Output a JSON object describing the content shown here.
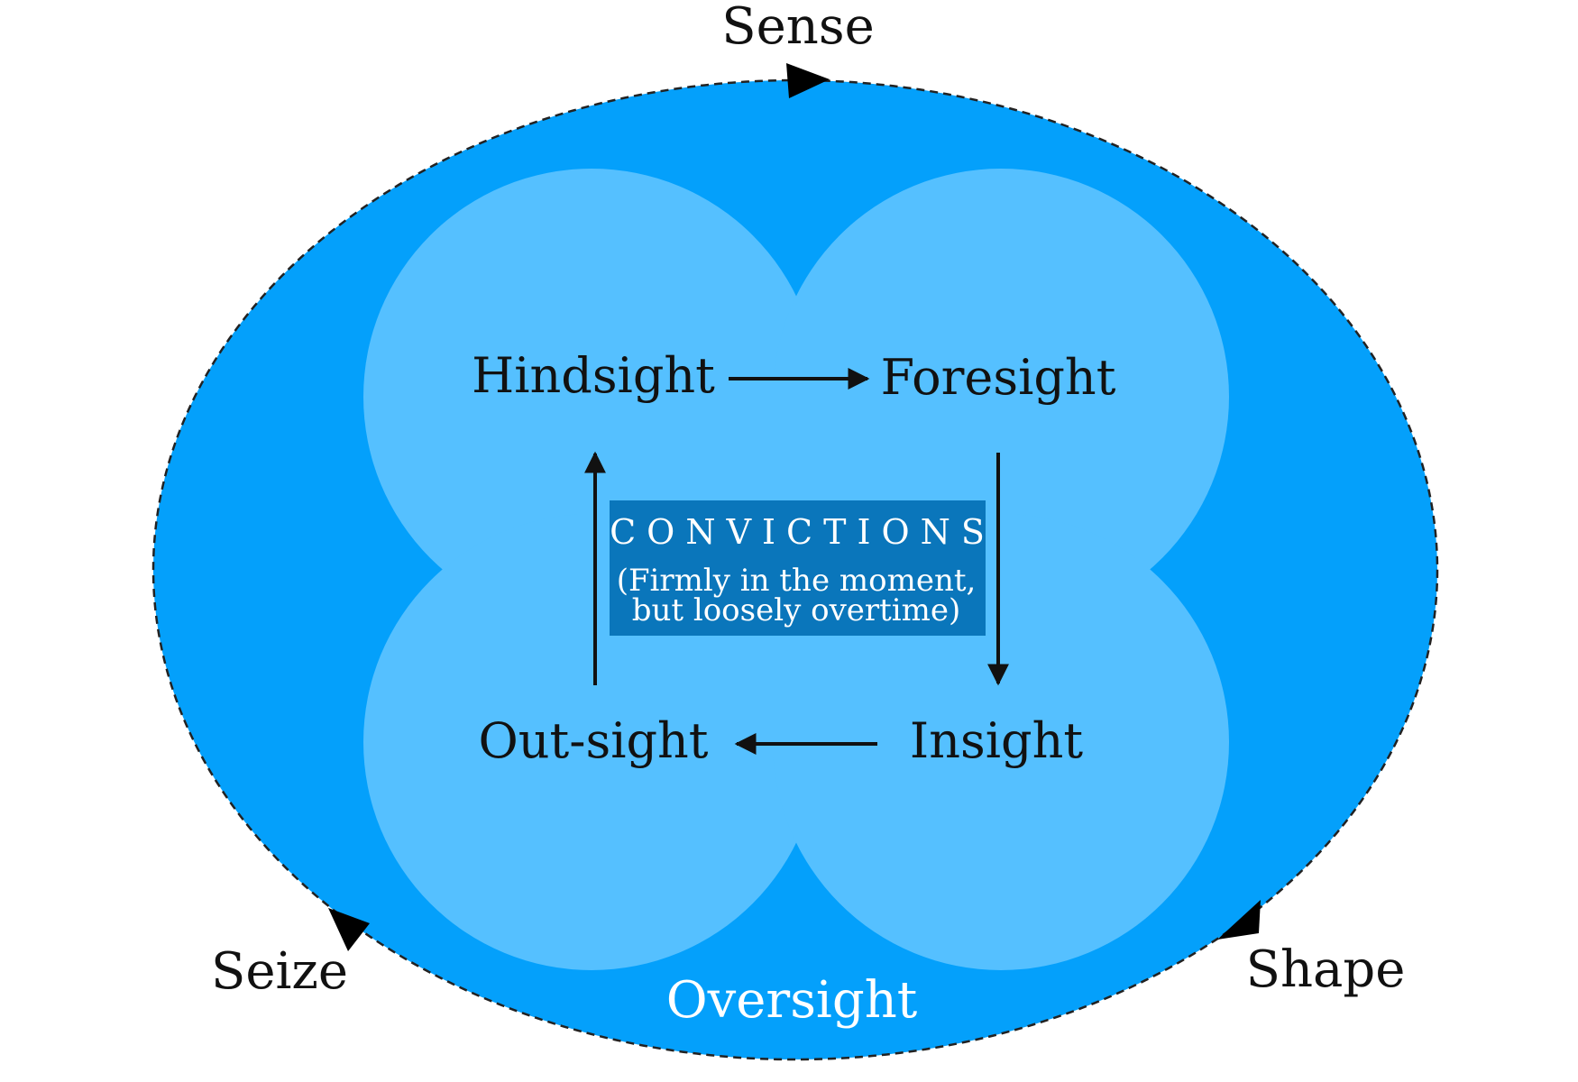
{
  "colors": {
    "outer_fill": "#04a0fb",
    "inner_fill": "#55c0ff",
    "box_fill": "#0a76bb",
    "text_dark": "#111111",
    "text_light": "#ffffff"
  },
  "cycle": {
    "top": "Sense",
    "bottom_left": "Seize",
    "bottom_right": "Shape",
    "bottom_center": "Oversight"
  },
  "nodes": {
    "top_left": "Hindsight",
    "top_right": "Foresight",
    "bottom_right": "Insight",
    "bottom_left": "Out-sight"
  },
  "center": {
    "title": "CONVICTIONS",
    "line1": "(Firmly in the moment,",
    "line2": "but loosely overtime)"
  }
}
